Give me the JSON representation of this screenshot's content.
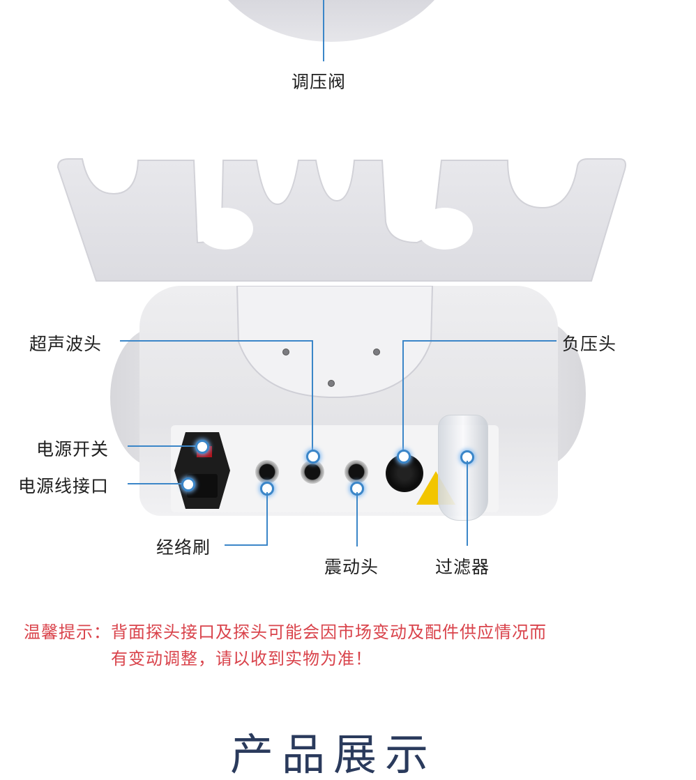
{
  "callouts": {
    "pressure_valve": "调压阀",
    "ultrasonic_head": "超声波头",
    "negative_pressure_head": "负压头",
    "power_switch": "电源开关",
    "power_cord_port": "电源线接口",
    "meridian_brush": "经络刷",
    "vibration_head": "震动头",
    "filter": "过滤器"
  },
  "notice": {
    "prefix": "温馨提示：",
    "line1": "背面探头接口及探头可能会因市场变动及配件供应情况而",
    "line2": "有变动调整，请以收到实物为准！"
  },
  "section_title": "产品展示",
  "colors": {
    "callout_line": "#3b86c8",
    "notice_text": "#d9434b",
    "title_text": "#2a3a5c"
  }
}
